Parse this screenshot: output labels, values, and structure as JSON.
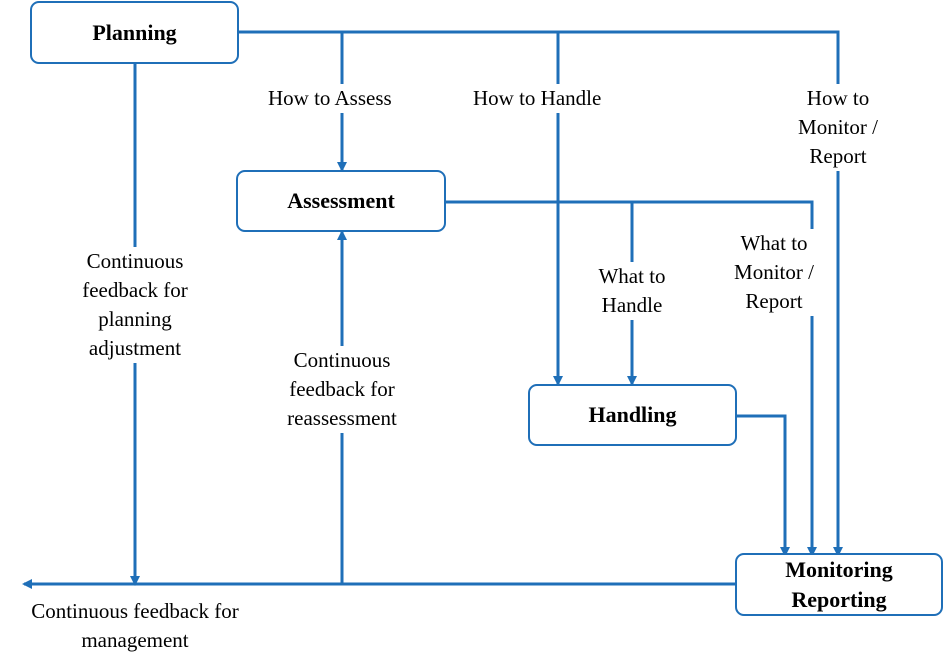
{
  "nodes": {
    "planning": "Planning",
    "assessment": "Assessment",
    "handling": "Handling",
    "monitoring_line1": "Monitoring",
    "monitoring_line2": "Reporting"
  },
  "labels": {
    "how_to_assess": "How to Assess",
    "how_to_handle": "How to Handle",
    "how_to_monitor": [
      "How to",
      "Monitor /",
      "Report"
    ],
    "what_to_handle": [
      "What to",
      "Handle"
    ],
    "what_to_monitor": [
      "What to",
      "Monitor /",
      "Report"
    ],
    "feedback_planning": [
      "Continuous",
      "feedback for",
      "planning",
      "adjustment"
    ],
    "feedback_reassessment": [
      "Continuous",
      "feedback for",
      "reassessment"
    ],
    "feedback_management": [
      "Continuous feedback for",
      "management"
    ]
  },
  "colors": {
    "line": "#1f6fb8",
    "box_border": "#1f6fb8"
  }
}
